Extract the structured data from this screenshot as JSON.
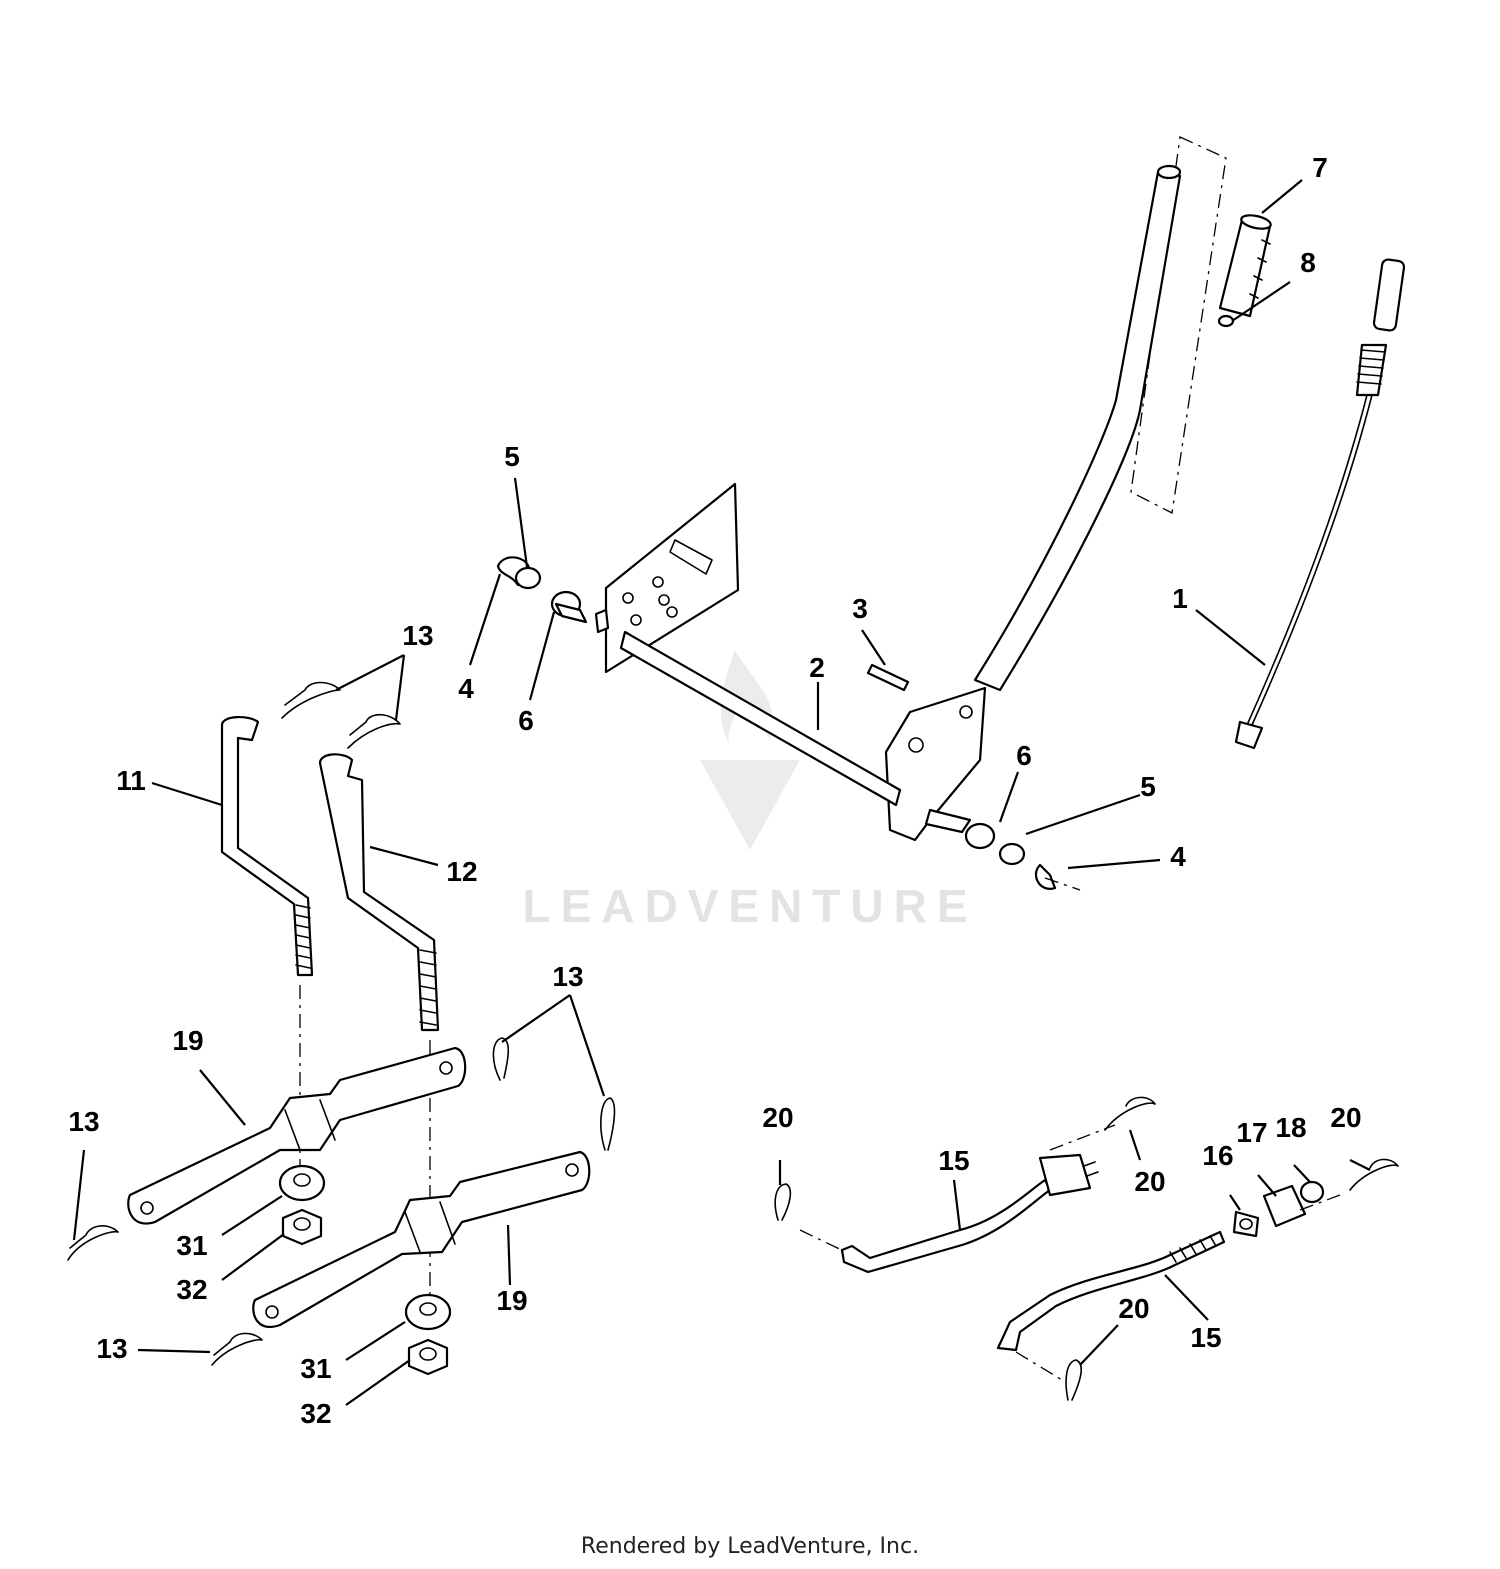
{
  "watermark": "LEADVENTURE",
  "footer": "Rendered by LeadVenture, Inc.",
  "callouts": [
    {
      "id": "c1",
      "text": "1"
    },
    {
      "id": "c2",
      "text": "2"
    },
    {
      "id": "c3",
      "text": "3"
    },
    {
      "id": "c4a",
      "text": "4"
    },
    {
      "id": "c4b",
      "text": "4"
    },
    {
      "id": "c5a",
      "text": "5"
    },
    {
      "id": "c5b",
      "text": "5"
    },
    {
      "id": "c6a",
      "text": "6"
    },
    {
      "id": "c6b",
      "text": "6"
    },
    {
      "id": "c7",
      "text": "7"
    },
    {
      "id": "c8",
      "text": "8"
    },
    {
      "id": "c11",
      "text": "11"
    },
    {
      "id": "c12",
      "text": "12"
    },
    {
      "id": "c13a",
      "text": "13"
    },
    {
      "id": "c13b",
      "text": "13"
    },
    {
      "id": "c13c",
      "text": "13"
    },
    {
      "id": "c13d",
      "text": "13"
    },
    {
      "id": "c15a",
      "text": "15"
    },
    {
      "id": "c15b",
      "text": "15"
    },
    {
      "id": "c16",
      "text": "16"
    },
    {
      "id": "c17",
      "text": "17"
    },
    {
      "id": "c18",
      "text": "18"
    },
    {
      "id": "c19a",
      "text": "19"
    },
    {
      "id": "c19b",
      "text": "19"
    },
    {
      "id": "c20a",
      "text": "20"
    },
    {
      "id": "c20b",
      "text": "20"
    },
    {
      "id": "c20c",
      "text": "20"
    },
    {
      "id": "c20d",
      "text": "20"
    },
    {
      "id": "c31a",
      "text": "31"
    },
    {
      "id": "c31b",
      "text": "31"
    },
    {
      "id": "c32a",
      "text": "32"
    },
    {
      "id": "c32b",
      "text": "32"
    }
  ]
}
